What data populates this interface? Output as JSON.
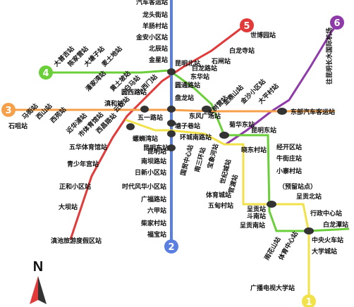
{
  "lines": [
    {
      "id": "1",
      "color": "#f2e24a"
    },
    {
      "id": "2",
      "color": "#5b7fe0"
    },
    {
      "id": "3",
      "color": "#f5a04a"
    },
    {
      "id": "4",
      "color": "#6bcf3a"
    },
    {
      "id": "5",
      "color": "#e23a3a"
    },
    {
      "id": "6",
      "color": "#8e3aa8"
    }
  ],
  "compass": {
    "label": "N"
  },
  "stations": {
    "qichekeyun": "汽车客运站",
    "longtoujie": "龙头街站",
    "yangchangcun": "羊肠村站",
    "jinanxiaoqu": "金安小区站",
    "beichen": "北辰站",
    "jinxing": "金星站",
    "shibolu": "世博园站",
    "baishiwan": "白龙寺站",
    "shigeng": "石闸站",
    "shibao": "昆明北站",
    "bailonglu": "白龙路站",
    "dongdan": "东华站",
    "yuantonglu": "圆通路站",
    "panlong": "盘龙站",
    "dashu": "大树营站",
    "jinhuajie": "金鼎山站",
    "jinsha": "金沙小区站",
    "daping": "大平村站",
    "dongbu": "东部汽车客运站",
    "huayuan": "滇和站",
    "dachang": "大普吉站",
    "chenjiaying": "陈家营站",
    "dayingjie": "大塘子站",
    "shijiaying": "麦土地站",
    "xiaoyingcun": "潘家湾站",
    "baishan": "黄土坡站",
    "baitaxi": "白马站",
    "xiaomaiyuan": "小西门站",
    "yuantongjie": "圆西路站",
    "wuyilu": "五一路站",
    "dongfeng": "东风广场站",
    "xunjin": "塘子巷站",
    "huanghelu": "环城南路站",
    "juhua": "菊华东站",
    "kunming": "昆明东站",
    "shiqiao": "石咀站",
    "majie": "马街站",
    "xishan": "西山站",
    "xiyuan": "西苑站",
    "jinbi": "近华浦站",
    "shitiyu": "市体育馆站",
    "xichang": "西昌路站",
    "yunfang": "云纺站",
    "wuhua": "五华体育馆站",
    "qingshao": "青少年宫站",
    "zhengheli": "正和小区站",
    "dabashan": "大坝站",
    "dianchi": "滇池旅游度假区站",
    "luoyu": "螺蛳湾站",
    "kunmingzhan": "昆明站",
    "nanba": "南坝路站",
    "rixin": "日新小区站",
    "shidai": "时代风华小区站",
    "guangfu": "广福路站",
    "liujia": "六甲站",
    "chaijia": "柴家村站",
    "fubao": "福宝站",
    "guozhan": "国贸中心站",
    "nansanhuan": "南三环站",
    "wanxing": "宝象河站",
    "shijifeng": "世纪城站",
    "guandu": "官渡站",
    "tiyuguan": "体育城站",
    "wudian": "五甸村站",
    "xiaodong": "晓东村站",
    "jingkaiqu": "经开区站",
    "niujie": "牛街庄站",
    "xiaozhuang": "小寨村站",
    "yuliuzhan": "（预留站点）",
    "chenggongbei": "呈贡北站",
    "chenggong": "呈贡站",
    "doushan": "斗南站",
    "chenggongnan": "呈贡南站",
    "xingzheng": "行政中心站",
    "bailongtan": "白龙潭站",
    "nanyueshan": "雨花山站",
    "tiyuzhongxin": "体育中心站",
    "zhongyang": "中央火车站",
    "daxuecheng": "大学城站",
    "guangbo": "广播电视大学站",
    "line6_label": "往昆明长水国际机场"
  }
}
